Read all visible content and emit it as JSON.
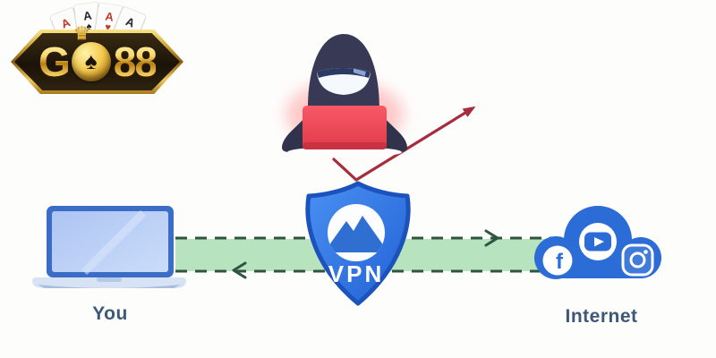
{
  "page": {
    "background": "#fdfdfc",
    "description": "Infographic showing how a VPN tunnel protects traffic between a user and the internet from a hacker"
  },
  "logo": {
    "text": "GO88",
    "part_g": "G",
    "part_88": "88",
    "spade": "♠",
    "crown": "♛",
    "cards": [
      {
        "rank": "A",
        "suit": "♥",
        "style": "color:#c0392b"
      },
      {
        "rank": "A",
        "suit": "♠",
        "style": "color:#23262e"
      },
      {
        "rank": "A",
        "suit": "♥",
        "style": "color:#c0392b"
      },
      {
        "rank": "A",
        "suit": "♠",
        "style": "color:#23262e"
      }
    ]
  },
  "labels": {
    "you": "You",
    "internet": "Internet",
    "vpn": "VPN"
  },
  "icons": {
    "facebook_letter": "f",
    "crown": "♛",
    "spade": "♠",
    "hacker": "hooded-figure-with-red-laptop",
    "attack_arrow": "red-bent-arrow-up-right",
    "you_device": "blue-laptop",
    "vpn_shield": "blue-shield-with-mountain",
    "internet_cloud": "blue-cloud-with-facebook-youtube-instagram",
    "tunnel": "green-dashed-tunnel-bidirectional"
  },
  "flow": {
    "from": "You",
    "via": "VPN",
    "to": "Internet",
    "direction": "bidirectional"
  },
  "colors": {
    "tunnel_fill": "#b7e3be",
    "tunnel_dash": "#2f5540",
    "attack_arrow_red": "#a72c3c",
    "shield_blue": "#2f74e0",
    "shield_border": "#1c52bb",
    "cloud_blue": "#2c6cd6",
    "laptop_frame_blue": "#3b6dc6",
    "laptop_screen_blue": "#bccff4",
    "hacker_navy": "#353655",
    "hacker_laptop_red": "#ef4b58",
    "label_text": "#3e5877",
    "logo_gold": "#f2c64b"
  }
}
